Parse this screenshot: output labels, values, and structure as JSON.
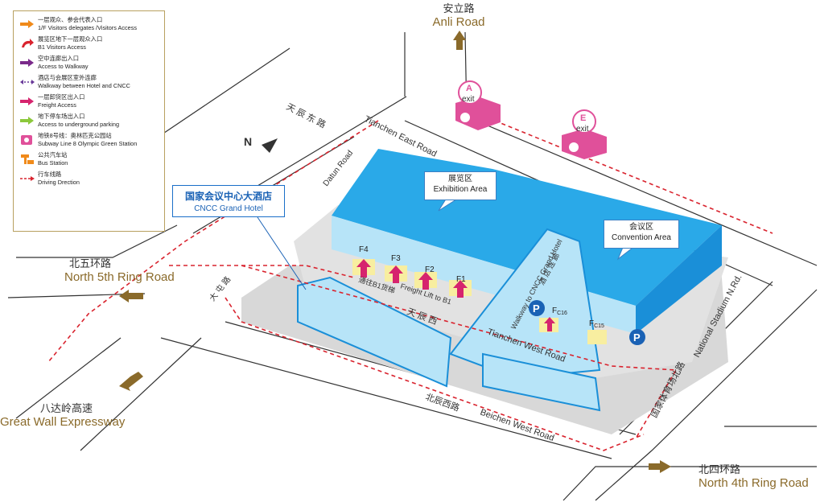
{
  "legend": {
    "items": [
      {
        "icon": "orange-arrow-icon",
        "color": "#f08a1a",
        "zh": "一层观众、参会代表入口",
        "en": "1/F Visitors  delegates /Visitors Access"
      },
      {
        "icon": "red-curved-arrow-icon",
        "color": "#d9232e",
        "zh": "展览区地下一层观众入口",
        "en": "B1 Visitors Access"
      },
      {
        "icon": "purple-arrow-icon",
        "color": "#7a2a8a",
        "zh": "空中连廊出入口",
        "en": "Access to Walkway"
      },
      {
        "icon": "dashed-double-arrow-icon",
        "color": "#6a3a9a",
        "zh": "酒店与会展区室外连廊",
        "en": "Walkway between Hotel and CNCC"
      },
      {
        "icon": "magenta-arrow-icon",
        "color": "#d6246e",
        "zh": "一层卸货区出入口",
        "en": "Freight Access"
      },
      {
        "icon": "green-arrow-icon",
        "color": "#8cc83c",
        "zh": "地下停车场出入口",
        "en": "Access to underground parking"
      },
      {
        "icon": "subway-icon",
        "color": "#e0509a",
        "zh": "地铁8号线：奥林匹克公园站",
        "en": "Subway Line 8  Olympic Green Station"
      },
      {
        "icon": "bus-stop-icon",
        "color": "#f08a1a",
        "zh": "公共汽车站",
        "en": "Bus Station"
      },
      {
        "icon": "red-dashed-line-icon",
        "color": "#d9232e",
        "zh": "行车线路",
        "en": "Driving Drection"
      }
    ]
  },
  "roads": {
    "anli": {
      "zh": "安立路",
      "en": "Anli Road"
    },
    "north5": {
      "zh": "北五环路",
      "en": "North 5th Ring Road"
    },
    "north4": {
      "zh": "北四环路",
      "en": "North 4th Ring Road"
    },
    "greatwall": {
      "zh": "八达岭高速",
      "en": "Great Wall Expressway"
    },
    "tianchen_east": {
      "zh": "天 辰 东 路",
      "en": "Tianchen East Road"
    },
    "tianchen_west": {
      "zh": "天 辰 西",
      "en": "Tianchen West Road"
    },
    "datun": {
      "en": "Datun Road",
      "zh": "大 屯 路"
    },
    "beichen": {
      "zh": "北辰西路",
      "en": "Beichen West Road"
    },
    "stadium": {
      "zh": "国家体育场北路",
      "en": "National Stadium N.Rd."
    }
  },
  "callouts": {
    "exhibition": {
      "zh": "展览区",
      "en": "Exhibition Area"
    },
    "convention": {
      "zh": "会议区",
      "en": "Convention Area"
    },
    "hotel": {
      "zh": "国家会议中心大酒店",
      "en": "CNCC Grand Hotel"
    }
  },
  "exits": [
    {
      "letter": "A",
      "label": "exit"
    },
    {
      "letter": "E",
      "label": "exit"
    }
  ],
  "freight": [
    "F4",
    "F3",
    "F2",
    "F1"
  ],
  "convention_gates": [
    "F",
    "C16",
    "F",
    "C15"
  ],
  "labels": {
    "freight_lift": "Freight Lift to B1",
    "freight_lift_zh": "通往B1货梯",
    "walkway_en": "Walkway to CNCC Grand Hotel",
    "walkway_zh": "酒 店 连 廊",
    "parking": "P",
    "north": "N"
  },
  "colors": {
    "building_blue": "#2aa9e8",
    "light_blue": "#b7e4f8",
    "road_gray": "#d9d9d9",
    "route_red": "#d9232e",
    "road_text": "#8a6a2a"
  }
}
